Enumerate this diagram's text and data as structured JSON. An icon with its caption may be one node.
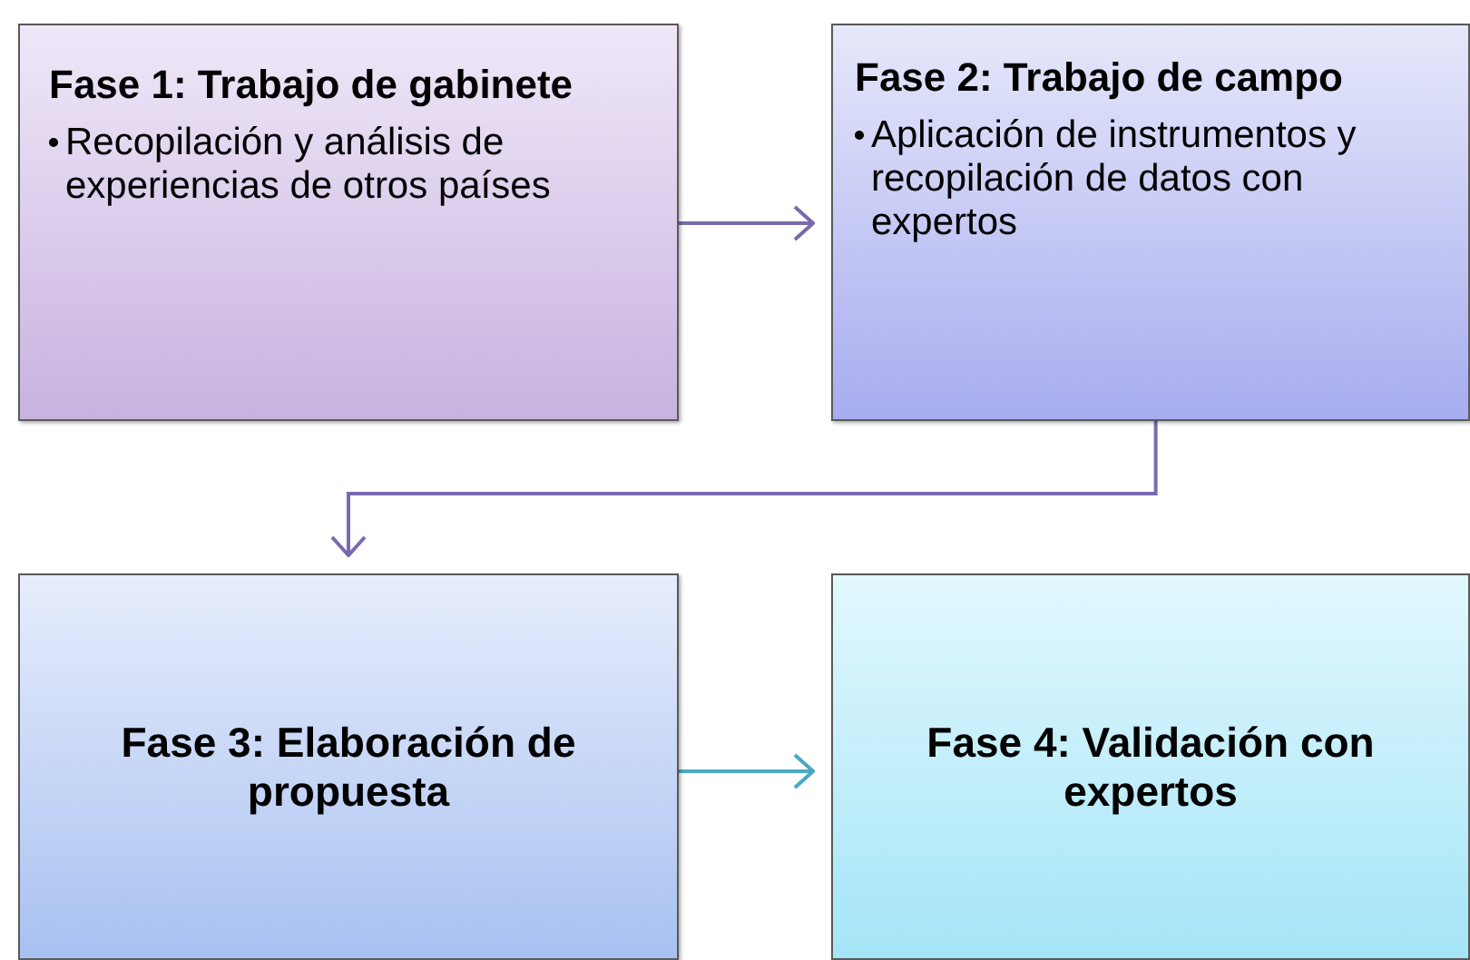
{
  "diagram": {
    "nodes": [
      {
        "text": [
          "Fase 1: Trabajo de gabinete",
          "Recopilación y análisis de experiencias de otros países"
        ]
      },
      {
        "text": [
          "Fase 2: Trabajo de campo",
          "Aplicación de instrumentos y recopilación de datos con expertos"
        ]
      },
      {
        "text": [
          "Fase 3: Elaboración de propuesta"
        ]
      },
      {
        "text": [
          "Fase 4: Validación con expertos"
        ]
      }
    ],
    "edges": [
      {
        "from": 0,
        "to": 1,
        "arrow": "to"
      },
      {
        "from": 1,
        "to": 2,
        "arrow": "to"
      },
      {
        "from": 2,
        "to": 3,
        "arrow": "to",
        "color": "#4aa9c2"
      }
    ]
  }
}
